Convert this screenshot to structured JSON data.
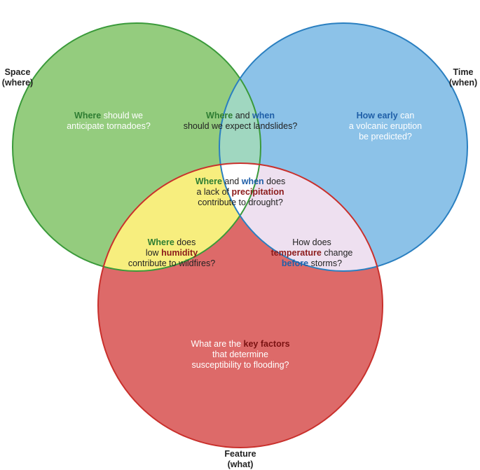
{
  "colors": {
    "space": "#94cc7e",
    "time": "#8cc2e8",
    "feature": "#dd6a69",
    "space_time": "#a0d7c0",
    "space_feature": "#f7ee7e",
    "time_feature": "#eee0f0",
    "all": "#ffffff",
    "space_stroke": "#3a9a3a",
    "time_stroke": "#2a7fc0",
    "feature_stroke": "#c9302c",
    "green_text": "#2e7d32",
    "blue_text": "#1f5fa8",
    "red_text": "#8b1a1a"
  },
  "axes": {
    "space": {
      "line1": "Space",
      "line2": "(where)"
    },
    "time": {
      "line1": "Time",
      "line2": "(when)"
    },
    "feature": {
      "line1": "Feature",
      "line2": "(what)"
    }
  },
  "regions": {
    "space": {
      "l1_hl": "Where",
      "l1_rest": " should we",
      "l2": "anticipate tornadoes?"
    },
    "space_time": {
      "l1_hl1": "Where",
      "l1_mid": " and ",
      "l1_hl2": "when",
      "l2": "should we expect landslides?"
    },
    "time": {
      "l1_hl": "How early",
      "l1_rest": " can",
      "l2": "a volcanic eruption",
      "l3": "be predicted?"
    },
    "all": {
      "l1_hl1": "Where",
      "l1_mid": " and ",
      "l1_hl2": "when",
      "l1_rest": " does",
      "l2_pre": "a lack of ",
      "l2_hl": "precipitation",
      "l3": "contribute to drought?"
    },
    "space_feature": {
      "l1_hl": "Where",
      "l1_rest": " does",
      "l2_pre": "low ",
      "l2_hl": "humidity",
      "l3": "contribute to wildfires?"
    },
    "time_feature": {
      "l1": "How does",
      "l2_hl": "temperature",
      "l2_rest": " change",
      "l3_hl": "before",
      "l3_rest": " storms?"
    },
    "feature": {
      "l1_pre": "What are the ",
      "l1_hl": "key factors",
      "l2": "that determine",
      "l3": "susceptibility to flooding?"
    }
  }
}
